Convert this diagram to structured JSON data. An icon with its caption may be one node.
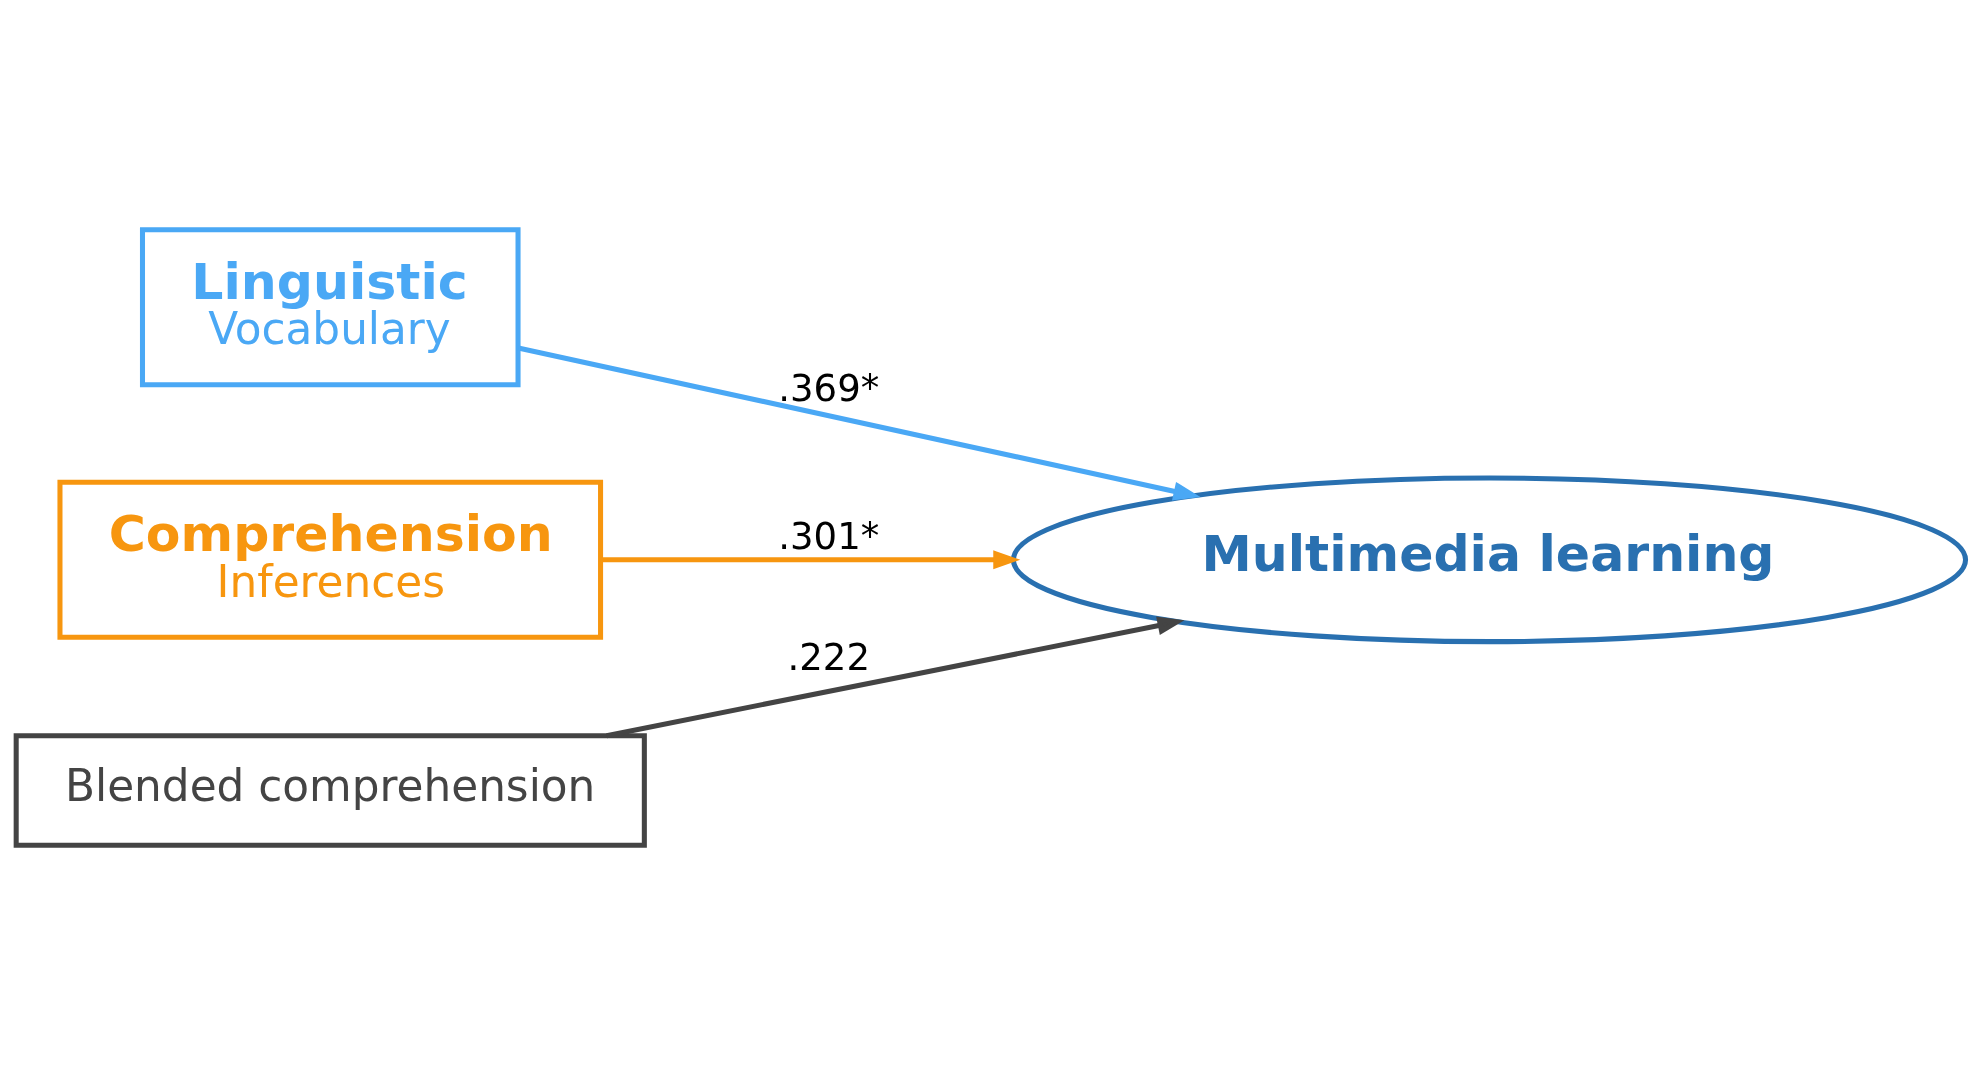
{
  "diagram": {
    "nodes": [
      {
        "text": [
          "Linguistic",
          "Vocabulary"
        ]
      },
      {
        "text": [
          "Comprehension",
          "Inferences"
        ]
      },
      {
        "text": [
          "Blended comprehension"
        ]
      },
      {
        "text": [
          "Multimedia learning"
        ]
      }
    ],
    "edges": [
      {
        "from": 0,
        "to": 3,
        "arrow": "to",
        "label": ".369*",
        "color": "#4aa8f5"
      },
      {
        "from": 1,
        "to": 3,
        "arrow": "to",
        "label": ".301*",
        "color": "#f7960f"
      },
      {
        "from": 2,
        "to": 3,
        "arrow": "to",
        "label": ".222",
        "color": "#444444"
      }
    ]
  }
}
